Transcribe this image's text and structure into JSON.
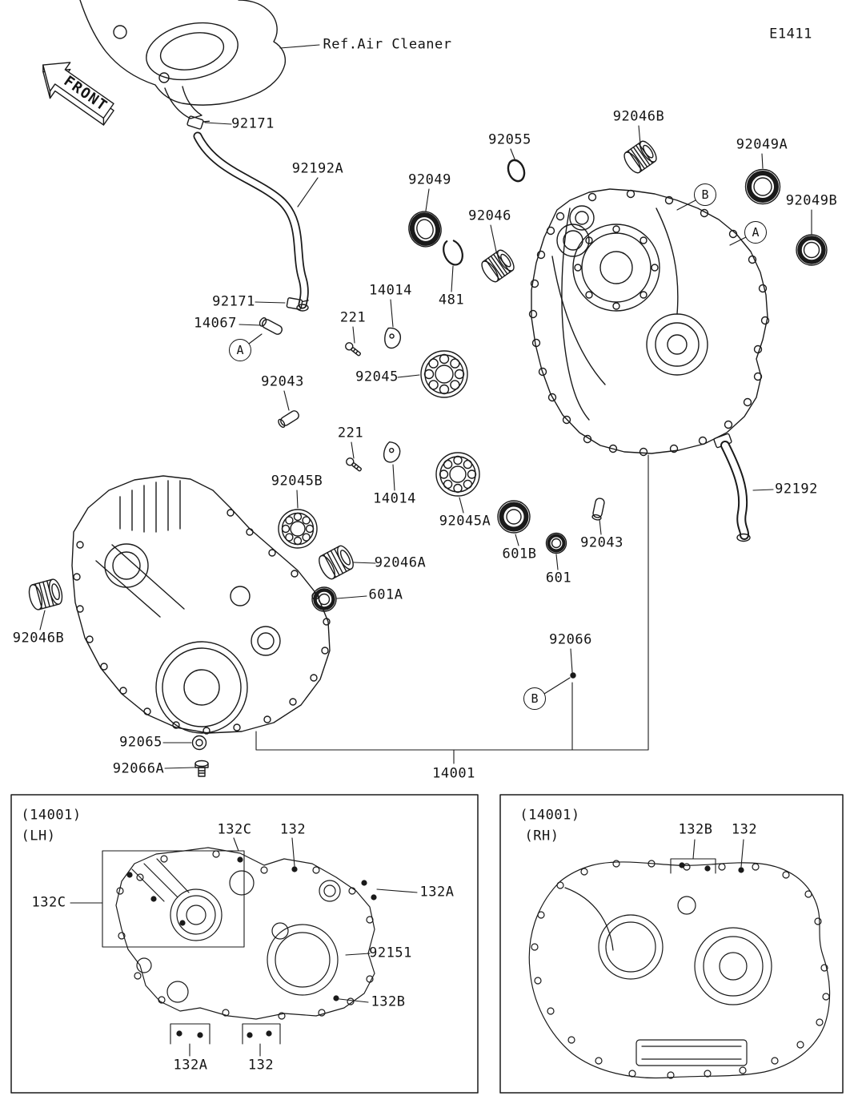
{
  "page_code": "E1411",
  "front_arrow": {
    "label": "FRONT"
  },
  "ref_note": "Ref.Air Cleaner",
  "callouts": [
    {
      "id": "92171-clamp-upper",
      "text": "92171"
    },
    {
      "id": "92192a-hose",
      "text": "92192A"
    },
    {
      "id": "92049-seal",
      "text": "92049"
    },
    {
      "id": "92055-oring",
      "text": "92055"
    },
    {
      "id": "92046b-bearing-upper",
      "text": "92046B"
    },
    {
      "id": "92049a-seal",
      "text": "92049A"
    },
    {
      "id": "92049b-seal",
      "text": "92049B"
    },
    {
      "id": "92046-bearing",
      "text": "92046"
    },
    {
      "id": "481-snap-ring",
      "text": "481"
    },
    {
      "id": "14014-plate-upper",
      "text": "14014"
    },
    {
      "id": "221-screw-upper",
      "text": "221"
    },
    {
      "id": "92171-clamp-lower",
      "text": "92171"
    },
    {
      "id": "14067-fitting",
      "text": "14067"
    },
    {
      "id": "92045-bearing",
      "text": "92045"
    },
    {
      "id": "92043-pin-left",
      "text": "92043"
    },
    {
      "id": "221-screw-lower",
      "text": "221"
    },
    {
      "id": "14014-plate-lower",
      "text": "14014"
    },
    {
      "id": "92045b-bearing",
      "text": "92045B"
    },
    {
      "id": "92045a-bearing",
      "text": "92045A"
    },
    {
      "id": "601b-bearing",
      "text": "601B"
    },
    {
      "id": "601-bearing",
      "text": "601"
    },
    {
      "id": "92043-pin-right",
      "text": "92043"
    },
    {
      "id": "92192-hose",
      "text": "92192"
    },
    {
      "id": "92046a-bearing",
      "text": "92046A"
    },
    {
      "id": "601a-bearing",
      "text": "601A"
    },
    {
      "id": "92046b-bearing-left",
      "text": "92046B"
    },
    {
      "id": "92066-screw",
      "text": "92066"
    },
    {
      "id": "92065-washer",
      "text": "92065"
    },
    {
      "id": "92066a-bolt",
      "text": "92066A"
    },
    {
      "id": "14001-crankcase",
      "text": "14001"
    }
  ],
  "ref_circles": [
    {
      "id": "ref-a-fitting",
      "text": "A"
    },
    {
      "id": "ref-b-upper",
      "text": "B"
    },
    {
      "id": "ref-a-upper",
      "text": "A"
    },
    {
      "id": "ref-b-lower",
      "text": "B"
    }
  ],
  "panel_lh": {
    "part": "(14001)",
    "side": "(LH)",
    "labels": [
      {
        "id": "132c-top",
        "text": "132C"
      },
      {
        "id": "132-top",
        "text": "132"
      },
      {
        "id": "132c-left",
        "text": "132C"
      },
      {
        "id": "132a-right",
        "text": "132A"
      },
      {
        "id": "92151",
        "text": "92151"
      },
      {
        "id": "132b",
        "text": "132B"
      },
      {
        "id": "132a-bottom",
        "text": "132A"
      },
      {
        "id": "132-bottom",
        "text": "132"
      }
    ]
  },
  "panel_rh": {
    "part": "(14001)",
    "side": "(RH)",
    "labels": [
      {
        "id": "132b",
        "text": "132B"
      },
      {
        "id": "132",
        "text": "132"
      }
    ]
  }
}
